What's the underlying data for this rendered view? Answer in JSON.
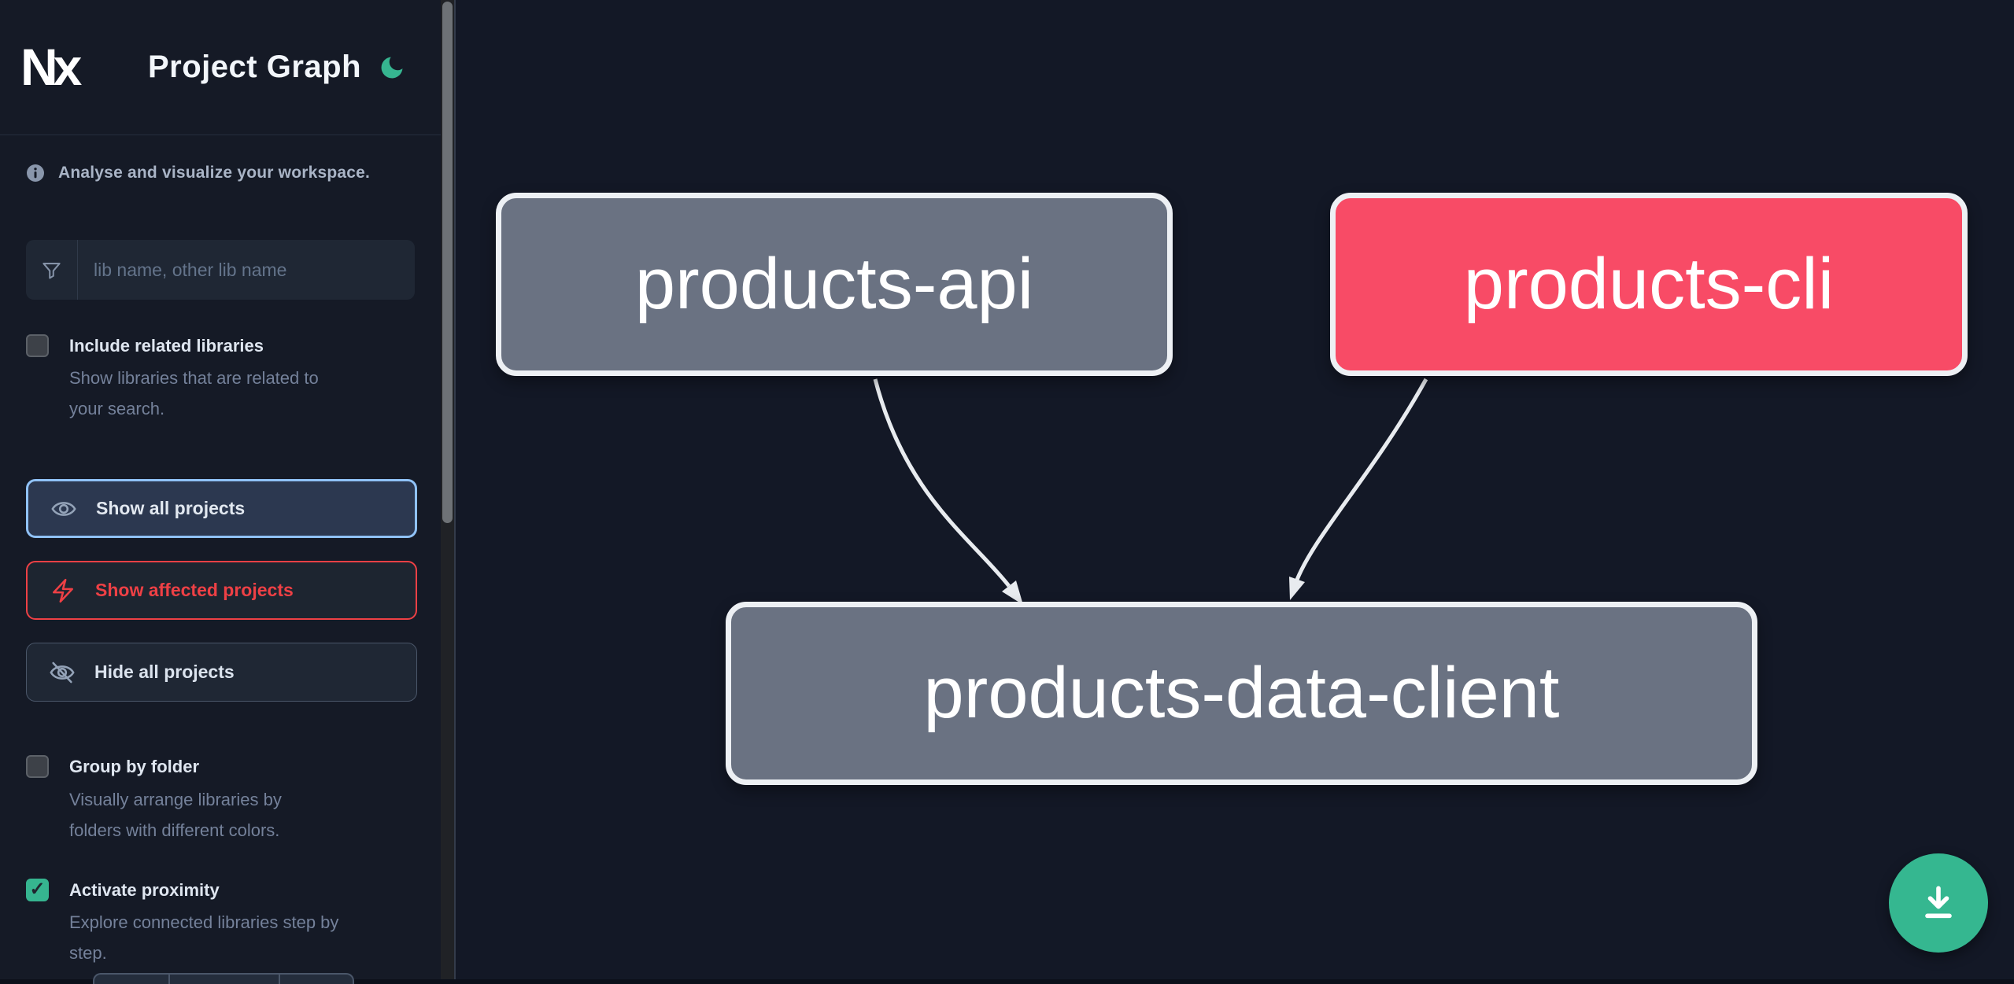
{
  "header": {
    "logo_text": "Nx",
    "title": "Project Graph"
  },
  "sidebar": {
    "tagline": "Analyse and visualize your workspace.",
    "search": {
      "placeholder": "lib name, other lib name"
    },
    "options": [
      {
        "label": "Include related libraries",
        "description": "Show libraries that are related to your search.",
        "checked": false
      },
      {
        "label": "Group by folder",
        "description": "Visually arrange libraries by folders with different colors.",
        "checked": false
      },
      {
        "label": "Activate proximity",
        "description": "Explore connected libraries step by step.",
        "checked": true
      }
    ],
    "buttons": [
      {
        "label": "Show all projects",
        "state": "active"
      },
      {
        "label": "Show affected projects",
        "state": "affected"
      },
      {
        "label": "Hide all projects",
        "state": "default"
      }
    ]
  },
  "graph": {
    "nodes": [
      {
        "id": "products-api",
        "label": "products-api",
        "type": "default"
      },
      {
        "id": "products-cli",
        "label": "products-cli",
        "type": "affected"
      },
      {
        "id": "products-data-client",
        "label": "products-data-client",
        "type": "default"
      }
    ],
    "edges": [
      {
        "from": "products-api",
        "to": "products-data-client"
      },
      {
        "from": "products-cli",
        "to": "products-data-client"
      }
    ]
  },
  "colors": {
    "accent_green": "#35b790",
    "affected_red": "#ee4045",
    "node_gray": "#6a7282",
    "node_affected_pink": "#f84b66",
    "active_border_blue": "#90c2f7",
    "edge_gray": "#e8ebef"
  }
}
